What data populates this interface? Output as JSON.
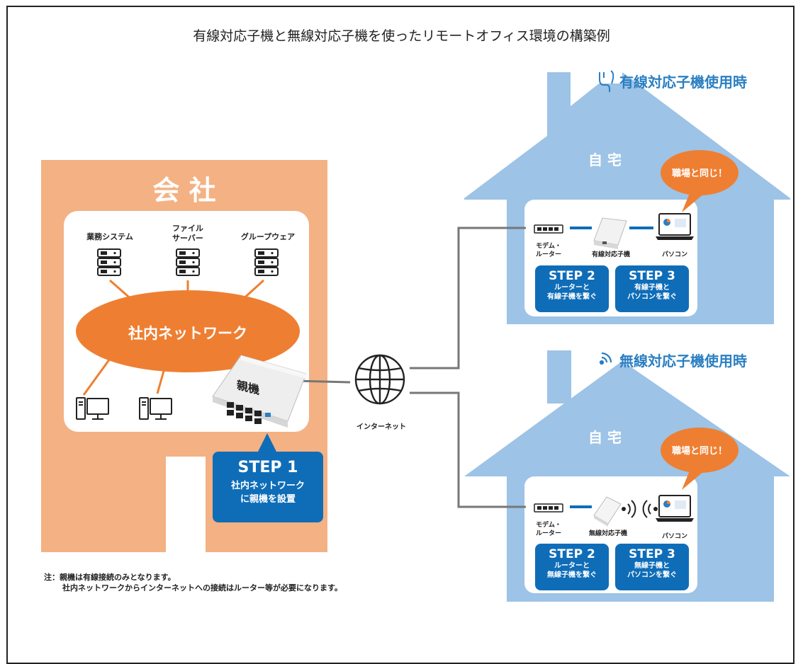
{
  "title": "有線対応子機と無線対応子機を使ったリモートオフィス環境の構築例",
  "company": {
    "label": "会 社",
    "systems": [
      "業務システム",
      "ファイル\nサーバー",
      "グループウェア"
    ],
    "network": "社内ネットワーク",
    "parent": "親機",
    "step": {
      "title": "STEP 1",
      "desc": "社内ネットワーク\nに親機を設置"
    }
  },
  "internet": "インターネット",
  "wired": {
    "heading": "有線対応子機使用時",
    "home": "自 宅",
    "bubble": "職場と同じ！",
    "modem": "モデム・\nルーター",
    "device": "有線対応子機",
    "pc": "パソコン",
    "step2": {
      "title": "STEP 2",
      "desc": "ルーターと\n有線子機を繋ぐ"
    },
    "step3": {
      "title": "STEP 3",
      "desc": "有線子機と\nパソコンを繋ぐ"
    }
  },
  "wireless": {
    "heading": "無線対応子機使用時",
    "home": "自 宅",
    "bubble": "職場と同じ！",
    "modem": "モデム・\nルーター",
    "device": "無線対応子機",
    "pc": "パソコン",
    "step2": {
      "title": "STEP 2",
      "desc": "ルーターと\n無線子機を繋ぐ"
    },
    "step3": {
      "title": "STEP 3",
      "desc": "無線子機と\nパソコンを繋ぐ"
    }
  },
  "note": {
    "line1": "注：親機は有線接続のみとなります。",
    "line2": "社内ネットワークからインターネットへの接続はルーター等が必要になります。"
  }
}
